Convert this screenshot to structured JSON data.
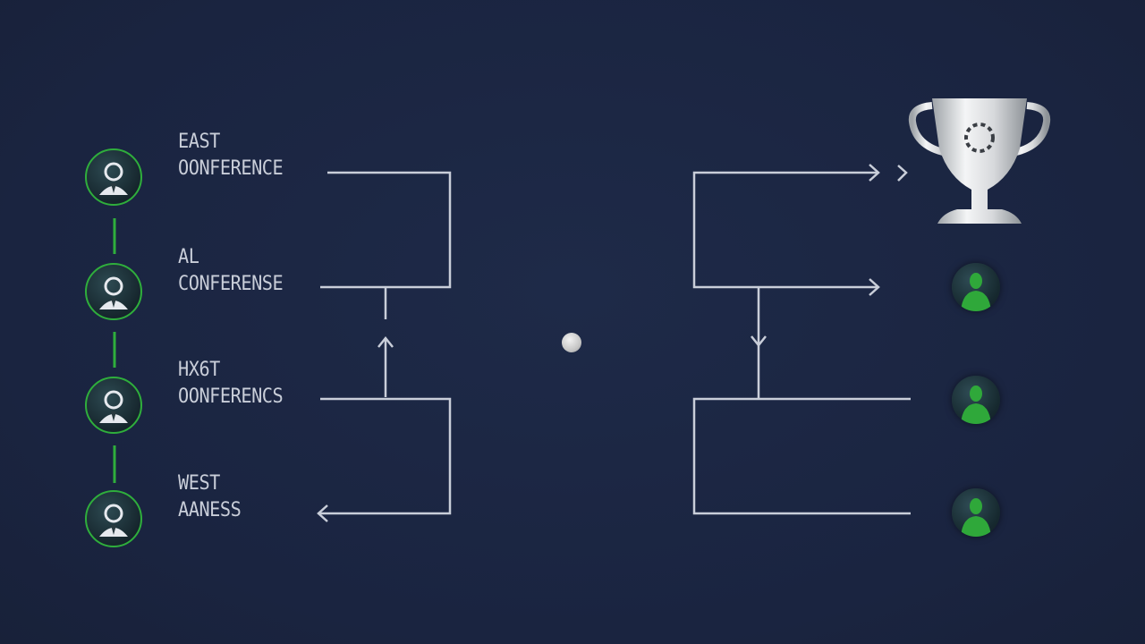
{
  "brackets": [
    {
      "line1": "EAST",
      "line2": "OONFERENCE"
    },
    {
      "line1": "AL",
      "line2": "CONFERENSE"
    },
    {
      "line1": "HX6T",
      "line2": "OONFERENCS"
    },
    {
      "line1": "WEST",
      "line2": "AANESS"
    }
  ],
  "icons": {
    "avatar": "person-icon",
    "team": "player-silhouette-icon",
    "trophy": "trophy-icon",
    "center": "dot-icon"
  },
  "colors": {
    "background": "#1b2642",
    "line": "#c9ced9",
    "accent_green": "#2fae3c"
  }
}
